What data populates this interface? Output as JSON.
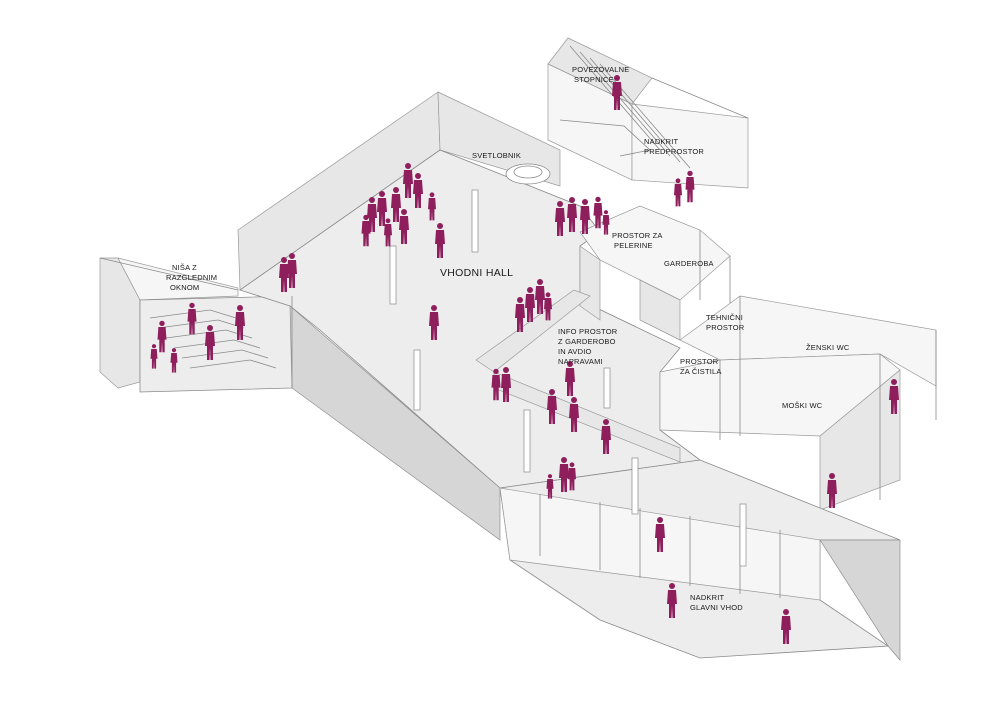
{
  "colors": {
    "figure": "#8e1f5c",
    "floor": "#ededed",
    "wall": "#d6d6d6",
    "edge": "#8a8a8a"
  },
  "labels": {
    "main_hall": "VHODNI HALL",
    "skylight": "SVETLOBNIK",
    "niche": [
      "NIŠA Z",
      "RAZGLEDNIM",
      "OKNOM"
    ],
    "connecting_stairs": [
      "POVEZOVALNE",
      "STOPNICE"
    ],
    "covered_porch": [
      "NADKRIT",
      "PREDPROSTOR"
    ],
    "cape_room": [
      "PROSTOR ZA",
      "PELERINE"
    ],
    "cloakroom": "GARDEROBA",
    "technical_room": [
      "TEHNIČNI",
      "PROSTOR"
    ],
    "womens_wc": "ŽENSKI WC",
    "info_space": [
      "INFO PROSTOR",
      "Z GARDEROBO",
      "IN AVDIO",
      "NAPRAVAMI"
    ],
    "cleaning_room": [
      "PROSTOR",
      "ZA ČISTILA"
    ],
    "mens_wc": "MOŠKI WC",
    "main_entrance": [
      "NADKRIT",
      "GLAVNI VHOD"
    ]
  }
}
